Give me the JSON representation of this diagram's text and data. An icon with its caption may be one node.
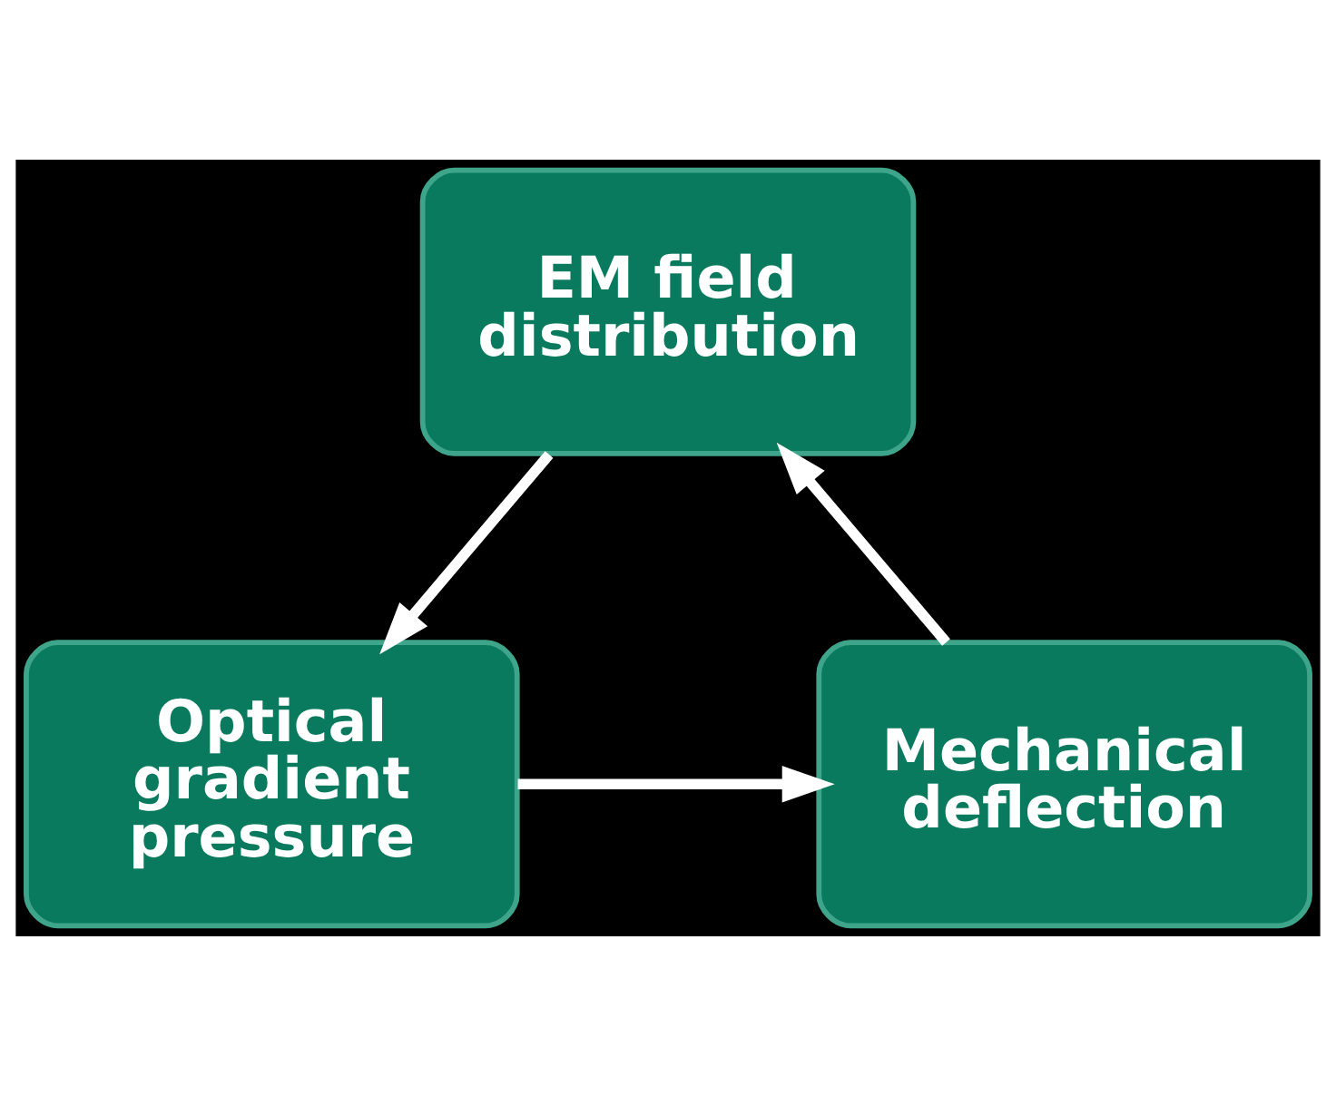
{
  "diagram": {
    "nodes": [
      {
        "text": [
          "EM field distribution"
        ]
      },
      {
        "text": [
          "Optical gradient pressure"
        ]
      },
      {
        "text": [
          "Mechanical deflection"
        ]
      }
    ],
    "edges": [
      {
        "from": 0,
        "to": 1,
        "arrow": "to"
      },
      {
        "from": 1,
        "to": 2,
        "arrow": "to"
      },
      {
        "from": 2,
        "to": 0,
        "arrow": "to"
      }
    ]
  }
}
